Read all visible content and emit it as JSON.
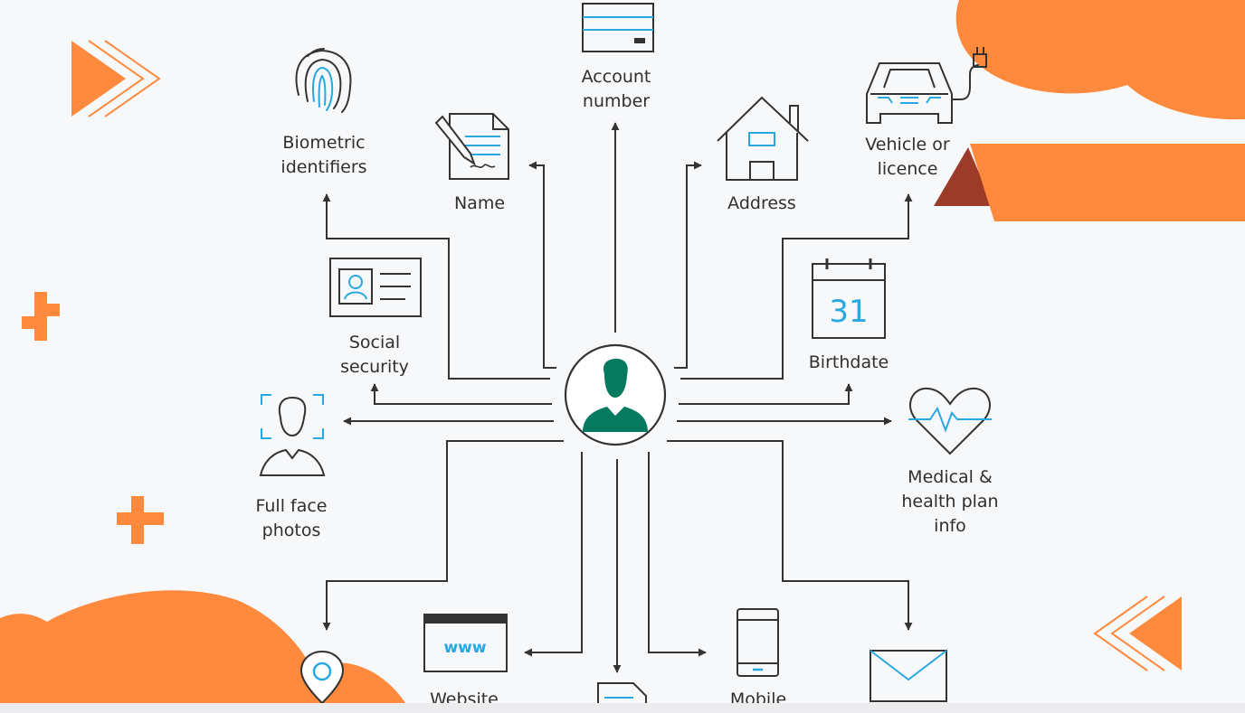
{
  "diagram": {
    "center": {
      "icon": "person-avatar-icon"
    },
    "nodes": [
      {
        "id": "account",
        "icon": "bank-card-icon",
        "label": [
          "Account",
          "number"
        ]
      },
      {
        "id": "biometric",
        "icon": "fingerprint-icon",
        "label": [
          "Biometric",
          "identifiers"
        ]
      },
      {
        "id": "name",
        "icon": "signed-document-icon",
        "label": [
          "Name"
        ]
      },
      {
        "id": "address",
        "icon": "house-icon",
        "label": [
          "Address"
        ]
      },
      {
        "id": "vehicle",
        "icon": "electric-car-icon",
        "label": [
          "Vehicle or",
          "licence"
        ]
      },
      {
        "id": "social",
        "icon": "id-card-icon",
        "label": [
          "Social",
          "security"
        ]
      },
      {
        "id": "birthdate",
        "icon": "calendar-icon",
        "calendar_day": "31",
        "label": [
          "Birthdate"
        ]
      },
      {
        "id": "face",
        "icon": "face-scan-icon",
        "label": [
          "Full face",
          "photos"
        ]
      },
      {
        "id": "medical",
        "icon": "heartbeat-icon",
        "label": [
          "Medical &",
          "health plan",
          "info"
        ]
      },
      {
        "id": "website",
        "icon": "browser-window-icon",
        "browser_text": "www",
        "label": [
          "Website"
        ]
      },
      {
        "id": "mobile",
        "icon": "mobile-phone-icon",
        "label": [
          "Mobile"
        ]
      },
      {
        "id": "location",
        "icon": "location-pin-icon",
        "label": []
      },
      {
        "id": "document",
        "icon": "document-icon",
        "label": []
      },
      {
        "id": "email",
        "icon": "envelope-icon",
        "label": []
      }
    ]
  },
  "colors": {
    "accent": "#ff8a3d",
    "accent_dark": "#9c3b28",
    "line": "#333333",
    "icon_blue": "#29a8e0",
    "person_green": "#067a5e"
  }
}
